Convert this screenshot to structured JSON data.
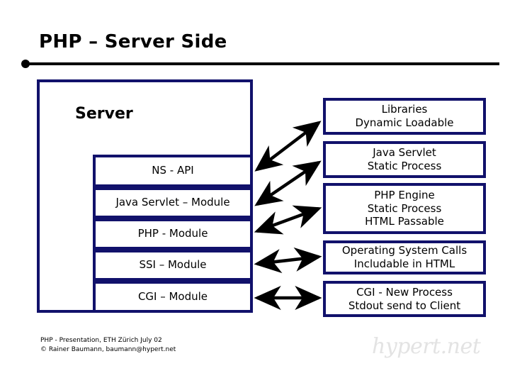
{
  "slide": {
    "title": "PHP – Server Side",
    "accent_color": "#11116b",
    "line_color": "#000000",
    "background": "#ffffff"
  },
  "server": {
    "label": "Server",
    "modules": [
      {
        "label": "NS - API"
      },
      {
        "label": "Java Servlet – Module"
      },
      {
        "label": "PHP - Module"
      },
      {
        "label": "SSI – Module"
      },
      {
        "label": "CGI – Module"
      }
    ]
  },
  "right_column": {
    "boxes": [
      {
        "label": "Libraries\nDynamic Loadable"
      },
      {
        "label": "Java Servlet\nStatic Process"
      },
      {
        "label": "PHP Engine\nStatic Process\nHTML Passable"
      },
      {
        "label": "Operating System Calls\nIncludable in HTML"
      },
      {
        "label": "CGI - New Process\nStdout send to Client"
      }
    ]
  },
  "connectors": [
    {
      "name": "ns-api-to-libraries",
      "from_module": "NS - API",
      "to_box": "Libraries Dynamic Loadable",
      "style": "double-headed"
    },
    {
      "name": "java-servlet-to-java-servlet",
      "from_module": "Java Servlet – Module",
      "to_box": "Java Servlet Static Process",
      "style": "double-headed"
    },
    {
      "name": "php-module-to-php-engine",
      "from_module": "PHP - Module",
      "to_box": "PHP Engine Static Process",
      "style": "double-headed"
    },
    {
      "name": "ssi-module-to-os-calls",
      "from_module": "SSI – Module",
      "to_box": "Operating System Calls",
      "style": "double-headed"
    },
    {
      "name": "cgi-module-to-cgi-new-process",
      "from_module": "CGI – Module",
      "to_box": "CGI - New Process",
      "style": "double-headed"
    }
  ],
  "footer": {
    "text": "PHP - Presentation, ETH Zürich July 02\n© Rainer Baumann, baumann@hypert.net",
    "logo": "hypert.net"
  }
}
